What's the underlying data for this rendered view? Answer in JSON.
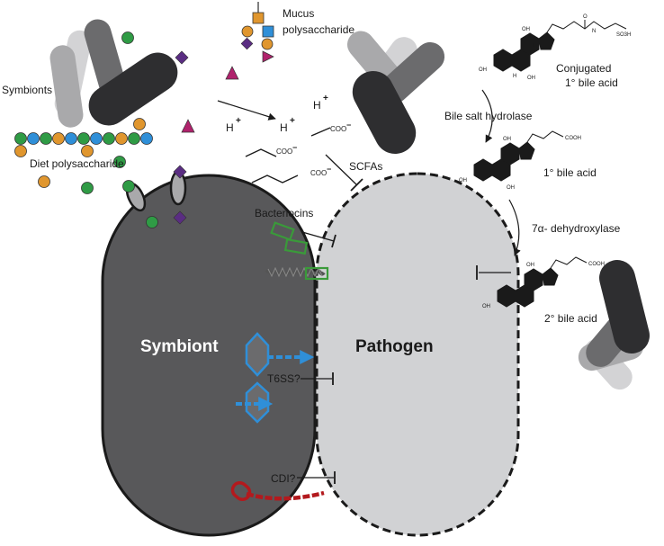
{
  "labels": {
    "symbionts": "Symbionts",
    "mucus_line1": "Mucus",
    "mucus_line2": "polysaccharide",
    "diet": "Diet polysaccharide",
    "scfas": "SCFAs",
    "bacteriocins": "Bacteriocins",
    "t6ss": "T6SS?",
    "cdi": "CDI?",
    "symbiont": "Symbiont",
    "pathogen": "Pathogen",
    "conjugated_line1": "Conjugated",
    "conjugated_line2": "1° bile acid",
    "bsh": "Bile salt hydrolase",
    "primary": "1° bile acid",
    "dehydroxylase": "7α- dehydroxylase",
    "secondary": "2° bile acid",
    "proton": "H",
    "plus": "+",
    "coo": "COO",
    "minus": "−"
  },
  "chem": {
    "oh": "OH",
    "h": "H",
    "cooh": "COOH",
    "nh": "N",
    "o": "O",
    "so3h": "SO3H"
  },
  "colors": {
    "symbiont_fill": "#58585a",
    "pathogen_fill": "#d1d2d4",
    "outline": "#1a1a1a",
    "bacteriocin_green": "#3a9a3a",
    "green_sugar": "#2f9b45",
    "orange_sugar": "#e0962e",
    "blue_sugar": "#2f8fd8",
    "purple_sugar": "#5a2d82",
    "magenta_sugar": "#b0226c",
    "t6ss_blue": "#2f8fd8",
    "cdi_red": "#b3191d",
    "bg_dark": "#2e2e30",
    "bg_mid": "#6b6b6d",
    "bg_light": "#a9a9ab",
    "bg_lighter": "#d3d3d5"
  }
}
